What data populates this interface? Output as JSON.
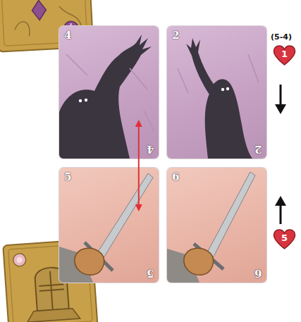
{
  "diagram": {
    "nodes": [
      {
        "text": [
          "4",
          "4"
        ]
      },
      {
        "text": [
          "2",
          "2"
        ]
      },
      {
        "text": [
          "1"
        ]
      },
      {
        "text": [
          "5",
          "5"
        ]
      },
      {
        "text": [
          "6",
          "6"
        ]
      },
      {
        "text": [
          "5"
        ]
      }
    ],
    "edges": [
      {
        "from": 0,
        "to": 3,
        "arrow": "both"
      }
    ],
    "labels": [
      "(5-4)"
    ]
  }
}
